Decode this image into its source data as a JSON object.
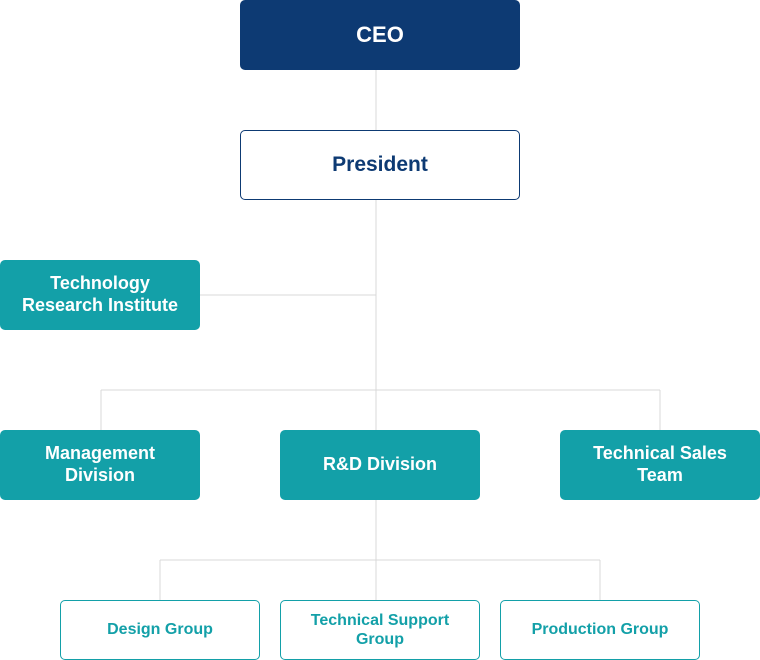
{
  "org_chart": {
    "ceo": "CEO",
    "president": "President",
    "technology_research_institute": "Technology\nResearch Institute",
    "management_division": "Management\nDivision",
    "rnd_division": "R&D Division",
    "technical_sales_team": "Technical Sales\nTeam",
    "design_group": "Design Group",
    "technical_support_group": "Technical Support\nGroup",
    "production_group": "Production Group"
  },
  "colors": {
    "navy": "#0d3a73",
    "teal": "#13a0a8",
    "connector": "#d9d9d9"
  }
}
